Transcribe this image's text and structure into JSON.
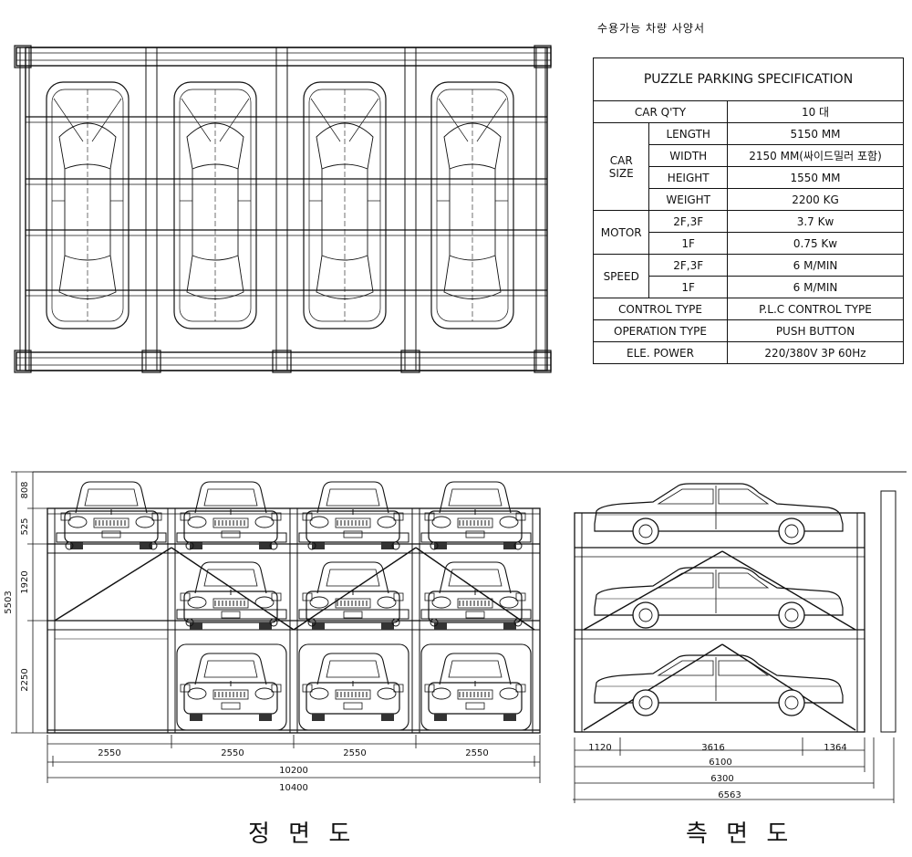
{
  "heading_note": "수용가능 차량 사양서",
  "spec_table": {
    "title": "PUZZLE PARKING SPECIFICATION",
    "car_qty": {
      "label": "CAR Q'TY",
      "value": "10 대"
    },
    "car_size": {
      "label_line1": "CAR",
      "label_line2": "SIZE",
      "rows": [
        {
          "label": "LENGTH",
          "value": "5150  MM"
        },
        {
          "label": "WIDTH",
          "value": "2150  MM(싸이드밀러 포함)"
        },
        {
          "label": "HEIGHT",
          "value": "1550  MM"
        },
        {
          "label": "WEIGHT",
          "value": "2200  KG"
        }
      ]
    },
    "motor": {
      "label": "MOTOR",
      "rows": [
        {
          "label": "2F,3F",
          "value": "3.7  Kw"
        },
        {
          "label": "1F",
          "value": "0.75  Kw"
        }
      ]
    },
    "speed": {
      "label": "SPEED",
      "rows": [
        {
          "label": "2F,3F",
          "value": "6  M/MIN"
        },
        {
          "label": "1F",
          "value": "6  M/MIN"
        }
      ]
    },
    "control_type": {
      "label": "CONTROL TYPE",
      "value": "P.L.C  CONTROL  TYPE"
    },
    "operation_type": {
      "label": "OPERATION TYPE",
      "value": "PUSH BUTTON"
    },
    "ele_power": {
      "label": "ELE. POWER",
      "value": "220/380V 3P 60Hz"
    }
  },
  "front_view": {
    "caption": "정 면 도",
    "vertical_dims": {
      "d1": "808",
      "d2": "525",
      "d3": "1920",
      "d4": "2250",
      "total": "5503"
    },
    "bay_dims": [
      "2550",
      "2550",
      "2550",
      "2550"
    ],
    "overall_inner": "10200",
    "overall_outer": "10400"
  },
  "side_view": {
    "caption": "측 면 도",
    "segment_dims": [
      "1120",
      "3616",
      "1364"
    ],
    "overall_1": "6100",
    "overall_2": "6300",
    "overall_3": "6563"
  }
}
